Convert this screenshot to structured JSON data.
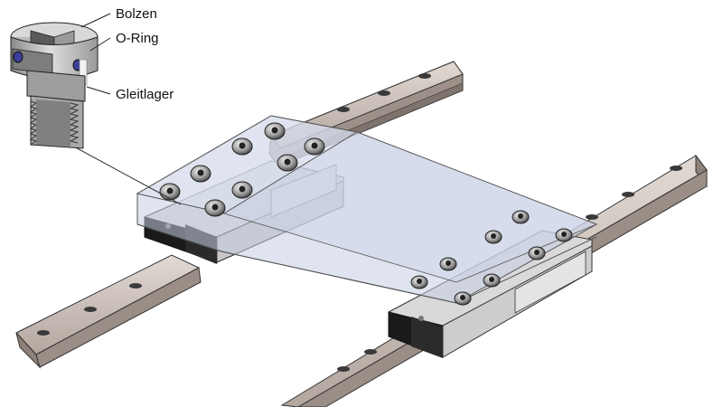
{
  "labels": {
    "bolt": "Bolzen",
    "oring": "O-Ring",
    "bearing": "Gleitlager"
  },
  "colors": {
    "rail": "#b7aba3",
    "rail_dark": "#8d8179",
    "plate": "#c4cde4",
    "block": "#d6d6d6",
    "block_dark": "#161616",
    "oring": "#3a3f9a",
    "bolt_body": "#c2c2c2"
  },
  "icons": [
    "bolt-detail",
    "guide-rail",
    "carriage-block",
    "cap-screw",
    "transparent-plate"
  ]
}
